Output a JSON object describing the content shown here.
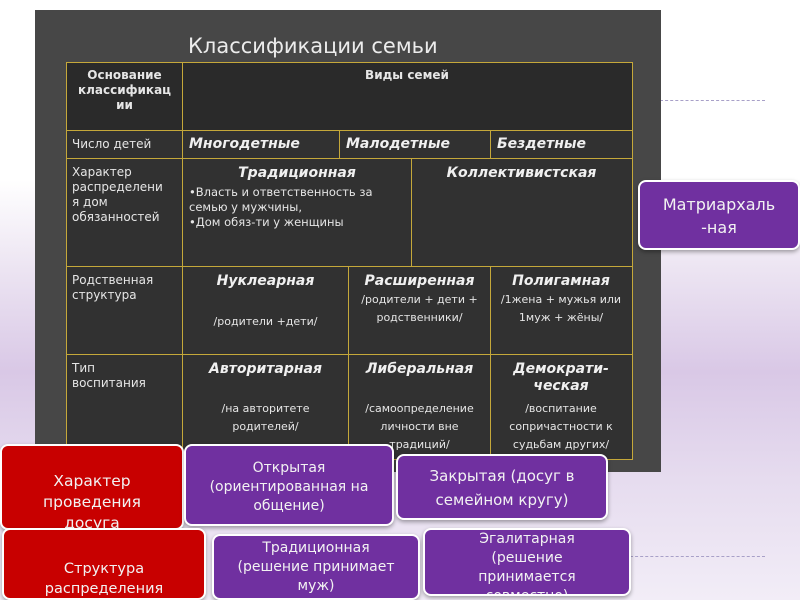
{
  "title": "Классификации семьи",
  "table": {
    "header": {
      "basis": "Основание\nклассификац\nии",
      "types": "Виды семей"
    },
    "rows": {
      "children": {
        "label": "Число детей",
        "c1": "Многодетные",
        "c2": "Малодетные",
        "c3": "Бездетные"
      },
      "duties": {
        "label": "Характер\nраспределени\nя дом\nобязанностей",
        "c1_title": "Традиционная",
        "c1_text": "•Власть и ответственность за\nсемью у мужчины,\n•Дом обяз-ти у женщины",
        "c2_title": "Коллективистская"
      },
      "kinship": {
        "label": "Родственная\nструктура",
        "c1_title": "Нуклеарная",
        "c1_text": "/родители +дети/",
        "c2_title": "Расширенная",
        "c2_text": "/родители + дети +\nродственники/",
        "c3_title": "Полигамная",
        "c3_text": "/1жена + мужья или\n1муж + жёны/"
      },
      "upbringing": {
        "label": "Тип\nвоспитания",
        "c1_title": "Авторитарная",
        "c1_text": "/на авторитете\nродителей/",
        "c2_title": "Либеральная",
        "c2_text": "/самоопределение\nличности вне\nтрадиций/",
        "c3_title": "Демократи-\nческая",
        "c3_text": "/воспитание\nсопричастности к\nсудьбам других/"
      }
    }
  },
  "callouts": {
    "matriarchal": "Матриархаль\n-ная",
    "leisure": "Характер\nпроведения\nдосуга",
    "open": "Открытая\n(ориентированная на\nобщение)",
    "closed": "Закрытая (досуг в\nсемейном кругу)",
    "distribution": "Структура\nраспределения",
    "traditional": "Традиционная\n(решение принимает\nмуж)",
    "egalitarian": "Эгалитарная\n(решение\nпринимается\nсовместно)"
  },
  "colors": {
    "red": "#c80000",
    "purple": "#7030a0",
    "border": "#c5a83a",
    "panel": "#474747"
  }
}
